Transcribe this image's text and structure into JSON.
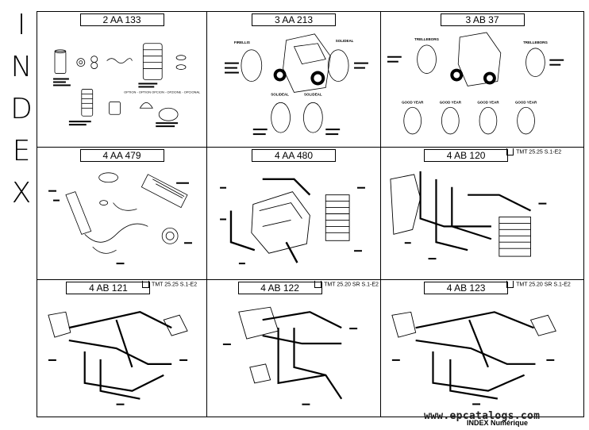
{
  "index_letters": [
    "I",
    "N",
    "D",
    "E",
    "X"
  ],
  "cells": [
    {
      "code": "2 AA 133",
      "ref": ""
    },
    {
      "code": "3 AA 213",
      "ref": ""
    },
    {
      "code": "3 AB 37",
      "ref": ""
    },
    {
      "code": "4 AA 479",
      "ref": ""
    },
    {
      "code": "4 AA 480",
      "ref": ""
    },
    {
      "code": "4 AB 120",
      "ref": "TMT 25.25 S.1-E2"
    },
    {
      "code": "4 AB 121",
      "ref": "TMT 25.25 S.1-E2"
    },
    {
      "code": "4 AB 122",
      "ref": "TMT 25.20 SR S.1-E2"
    },
    {
      "code": "4 AB 123",
      "ref": "TMT 25.20 SR S.1-E2"
    }
  ],
  "tyre_brands": {
    "cell_2": [
      "FIRELLIS",
      "SOLIDEAL",
      "SOLIDEAL",
      "SOLIDEAL"
    ],
    "cell_3": [
      "TRELLEBORG",
      "TRELLEBORG",
      "GOOD YEAR",
      "GOOD YEAR",
      "GOOD YEAR",
      "GOOD YEAR"
    ]
  },
  "option_label": "OPTION - OPTION\nOPCION - OPZIONE - OPCIONAL",
  "footer": {
    "watermark": "www.epcatalogs.com",
    "label": "INDEX Numérique"
  }
}
